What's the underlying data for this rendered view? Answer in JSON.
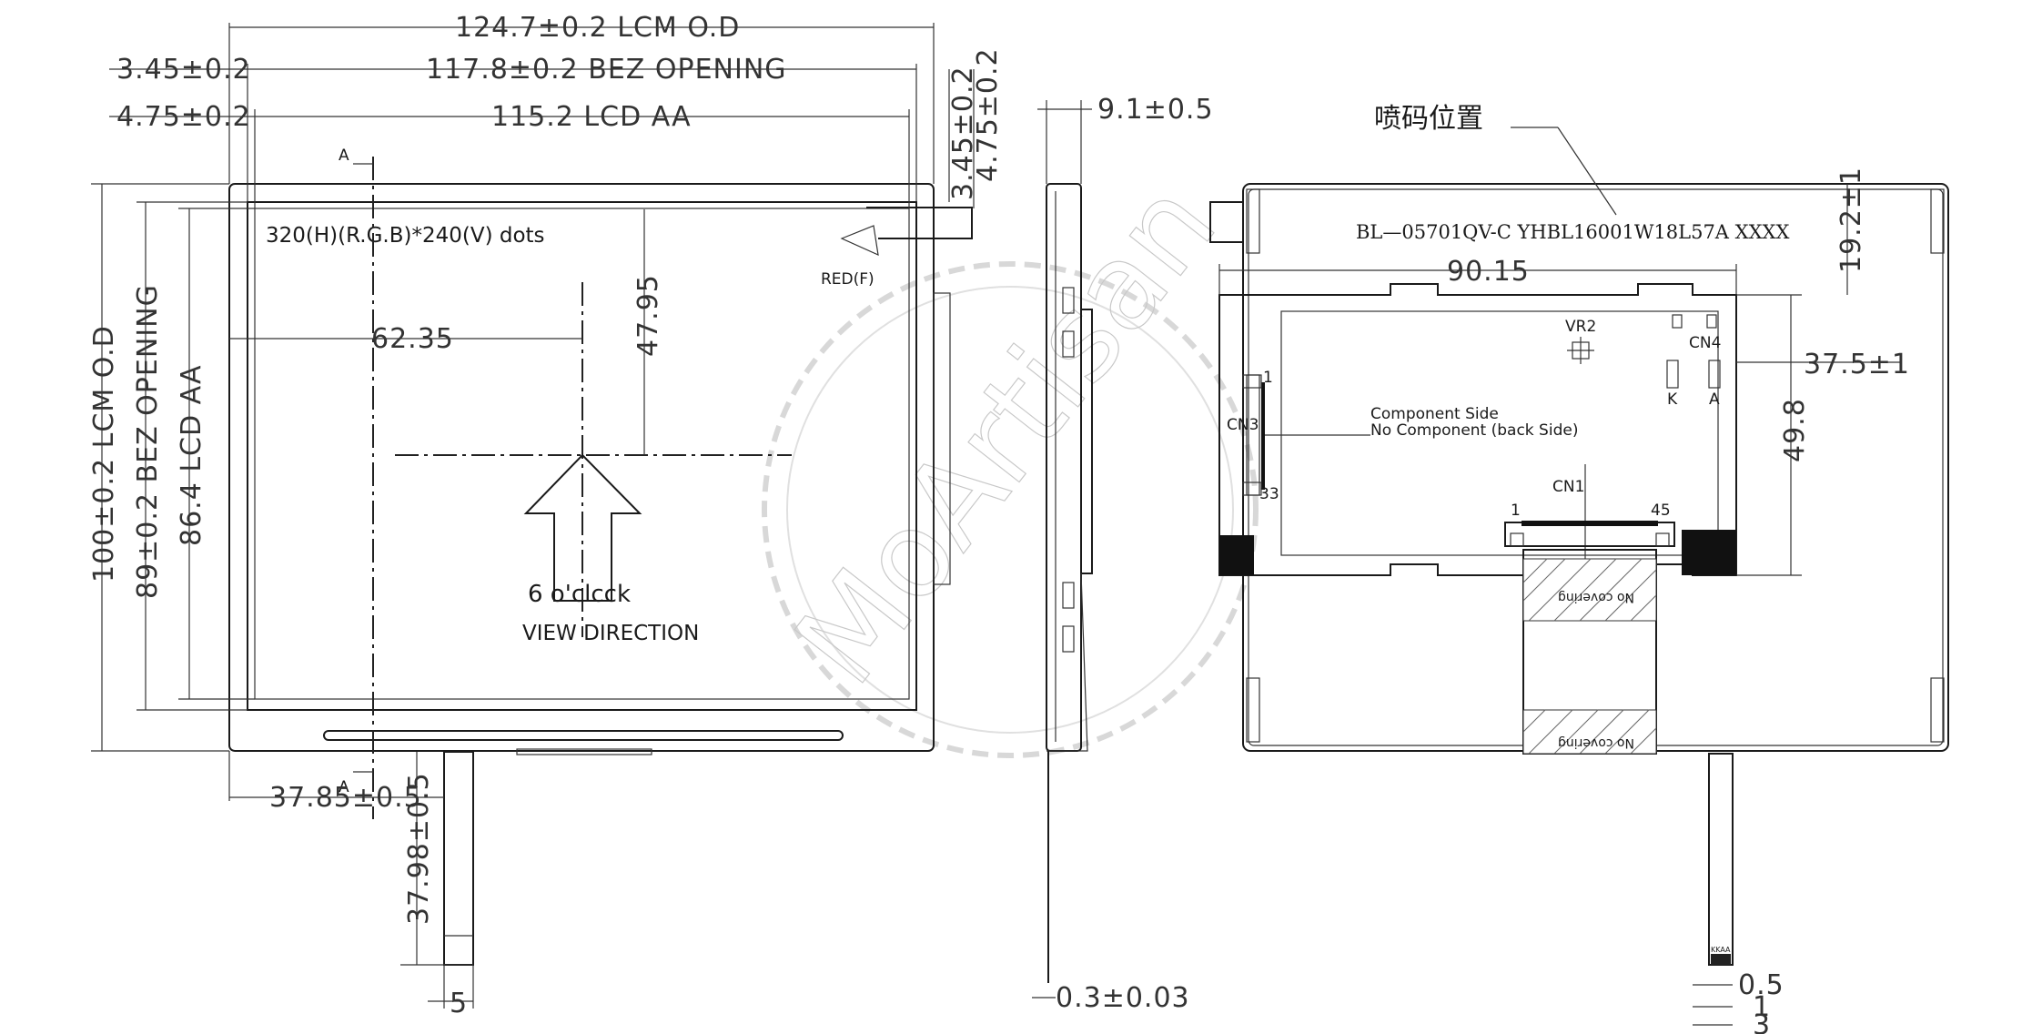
{
  "front": {
    "lcm_width": "124.7±0.2 LCM O.D",
    "bez_width": "117.8±0.2 BEZ OPENING",
    "aa_width": "115.2 LCD AA",
    "bez_left": "3.45±0.2",
    "aa_left": "4.75±0.2",
    "bez_right": "3.45±0.2",
    "aa_right": "4.75±0.2",
    "lcm_height": "100±0.2 LCM O.D",
    "bez_height": "89±0.2 BEZ OPENING",
    "aa_height": "86.4 LCD AA",
    "resolution": "320(H)(R.G.B)*240(V)   dots",
    "red_label": "RED(F)",
    "center_x": "62.35",
    "center_y": "47.95",
    "view_angle": "6  o'clcck",
    "view_dir": "VIEW DIRECTION",
    "section_top": "A",
    "section_bottom": "A",
    "fpc_pos": "37.85±0.5",
    "fpc_len": "37.98±0.5",
    "fpc_width": "5"
  },
  "side": {
    "thickness": "9.1±0.5",
    "fpc_thickness": "0.3±0.03"
  },
  "back": {
    "code_title": "喷码位置",
    "code_text": "BL—05701QV-C  YHBL16001W18L57A   XXXX",
    "code_offset": "19.2±1",
    "pcb_width": "90.15",
    "pcb_offset": "37.5±1",
    "pcb_height": "49.8",
    "vr2": "VR2",
    "cn4": "CN4",
    "pin_k": "K",
    "pin_a": "A",
    "component_side": "Component   Side",
    "no_component": "No Component (back Side)",
    "cn3": "CN3",
    "cn3_pin1": "1",
    "cn3_pin33": "33",
    "cn1": "CN1",
    "cn1_pin1": "1",
    "cn1_pin45": "45",
    "no_covering": "No covering",
    "tip_label": "KKAA",
    "pitch_a": "0.5",
    "pitch_b": "1",
    "pitch_c": "3"
  },
  "watermark": "MoArtisan"
}
